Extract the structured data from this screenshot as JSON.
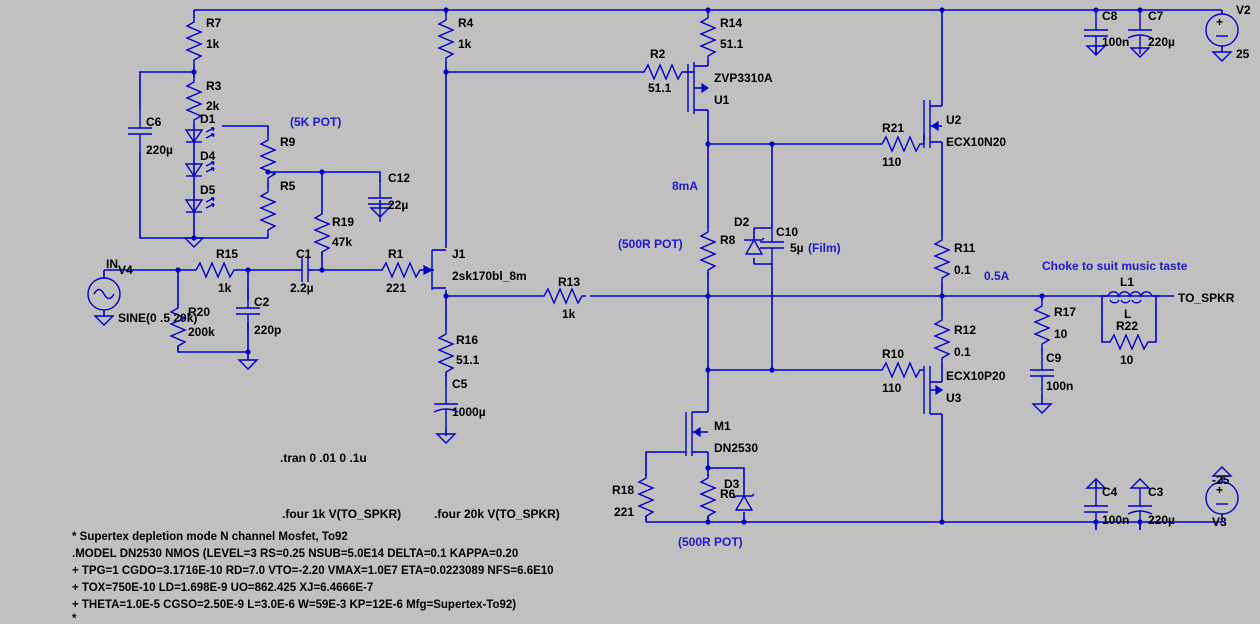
{
  "labels": {
    "R7": "R7",
    "R7v": "1k",
    "R3": "R3",
    "R3v": "2k",
    "R4": "R4",
    "R4v": "1k",
    "R14": "R14",
    "R14v": "51.1",
    "R2": "R2",
    "R2v": "51.1",
    "ZVP": "ZVP3310A",
    "U1": "U1",
    "C6": "C6",
    "C6v": "220µ",
    "D1": "D1",
    "D4": "D4",
    "D5": "D5",
    "R9": "R9",
    "R5": "R5",
    "C12": "C12",
    "C12v": "22µ",
    "R19": "R19",
    "R19v": "47k",
    "C8": "C8",
    "C8v": "100n",
    "C7": "C7",
    "C7v": "220µ",
    "V2": "V2",
    "V2v": "25",
    "U2": "U2",
    "ECXN": "ECX10N20",
    "R21": "R21",
    "R21v": "110",
    "D2": "D2",
    "C10": "C10",
    "C10v": "5µ",
    "R8": "R8",
    "R11": "R11",
    "R11v": "0.1",
    "IN": "IN",
    "V4": "V4",
    "R15": "R15",
    "R15v": "1k",
    "C1": "C1",
    "C1v": "2.2µ",
    "R1": "R1",
    "R1v": "221",
    "J1": "J1",
    "J1v": "2sk170bl_8m",
    "R13": "R13",
    "R13v": "1k",
    "L1": "L1",
    "Lv": "L",
    "TOSPKR": "TO_SPKR",
    "SINE": "SINE(0 .5 20k)",
    "R20": "R20",
    "R20v": "200k",
    "C2": "C2",
    "C2v": "220p",
    "R17": "R17",
    "R17v": "10",
    "R22": "R22",
    "R22v": "10",
    "R12": "R12",
    "R12v": "0.1",
    "R16": "R16",
    "R16v": "51.1",
    "C9": "C9",
    "C9v": "100n",
    "R10": "R10",
    "R10v": "110",
    "ECXP": "ECX10P20",
    "U3": "U3",
    "C5": "C5",
    "C5v": "1000µ",
    "M1": "M1",
    "DN": "DN2530",
    "R18": "R18",
    "R18v": "221",
    "D3": "D3",
    "R6": "R6",
    "V3m": "-25",
    "V3": "V3",
    "C4": "C4",
    "C4v": "100n",
    "C3": "C3",
    "C3v": "220µ"
  },
  "notes": {
    "pot5k": "(5K POT)",
    "ma8": "8mA",
    "pot500a": "(500R POT)",
    "film": "(Film)",
    "a05": "0.5A",
    "choke": "Choke to suit music taste",
    "pot500b": "(500R POT)"
  },
  "directives": {
    "tran": ".tran 0 .01 0 .1u",
    "four1": ".four 1k V(TO_SPKR)",
    "four2": ".four 20k V(TO_SPKR)"
  },
  "spice": [
    "* Supertex depletion mode N channel Mosfet, To92",
    ".MODEL DN2530 NMOS (LEVEL=3 RS=0.25 NSUB=5.0E14 DELTA=0.1 KAPPA=0.20",
    "+ TPG=1 CGDO=3.1716E-10 RD=7.0 VTO=-2.20 VMAX=1.0E7 ETA=0.0223089 NFS=6.6E10",
    "+ TOX=750E-10 LD=1.698E-9 UO=862.425 XJ=6.4666E-7",
    "+ THETA=1.0E-5 CGSO=2.50E-9 L=3.0E-6 W=59E-3 KP=12E-6 Mfg=Supertex-To92)",
    "*"
  ]
}
